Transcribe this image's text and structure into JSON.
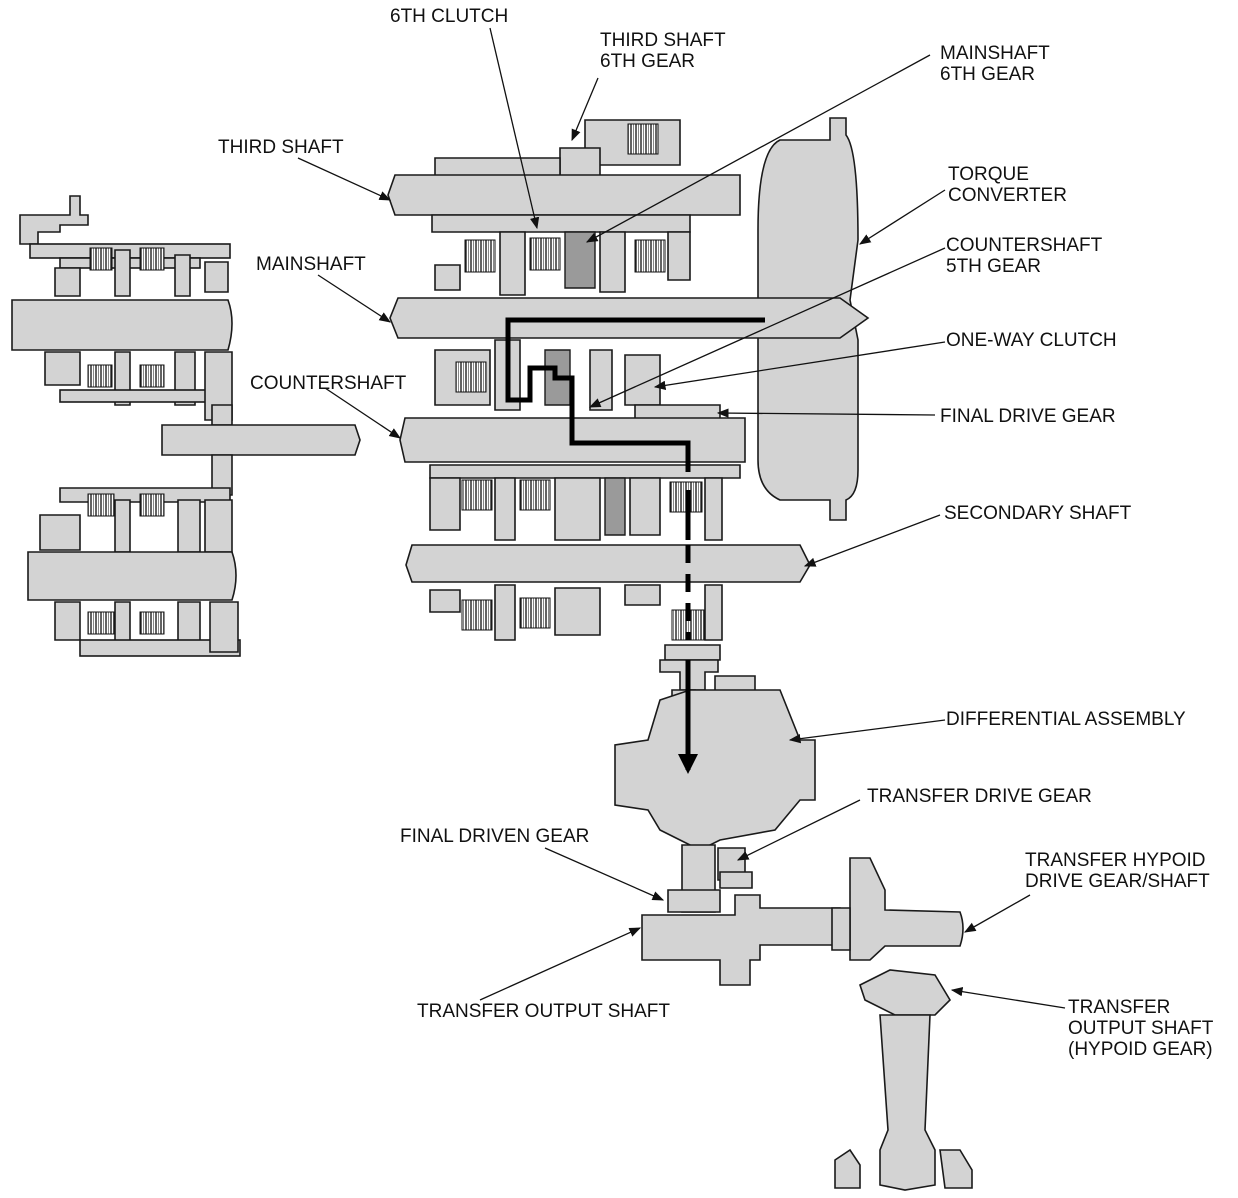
{
  "labels": {
    "sixth_clutch": "6TH CLUTCH",
    "third_shaft_6th_gear": [
      "THIRD SHAFT",
      "6TH GEAR"
    ],
    "mainshaft_6th_gear": [
      "MAINSHAFT",
      "6TH GEAR"
    ],
    "third_shaft": "THIRD SHAFT",
    "torque_converter": [
      "TORQUE",
      "CONVERTER"
    ],
    "countershaft_5th_gear": [
      "COUNTERSHAFT",
      "5TH GEAR"
    ],
    "mainshaft": "MAINSHAFT",
    "one_way_clutch": "ONE-WAY CLUTCH",
    "countershaft": "COUNTERSHAFT",
    "final_drive_gear": "FINAL DRIVE GEAR",
    "secondary_shaft": "SECONDARY SHAFT",
    "differential_assembly": "DIFFERENTIAL ASSEMBLY",
    "transfer_drive_gear": "TRANSFER DRIVE GEAR",
    "final_driven_gear": "FINAL DRIVEN GEAR",
    "transfer_hypoid_drive_gear_shaft": [
      "TRANSFER HYPOID",
      "DRIVE GEAR/SHAFT"
    ],
    "transfer_output_shaft": "TRANSFER OUTPUT SHAFT",
    "transfer_output_shaft_hypoid_gear": [
      "TRANSFER",
      "OUTPUT SHAFT",
      "(HYPOID GEAR)"
    ]
  },
  "colors": {
    "part_fill": "#d3d3d3",
    "part_dark": "#9a9a9a",
    "power_flow": "#000000",
    "background": "#ffffff"
  }
}
